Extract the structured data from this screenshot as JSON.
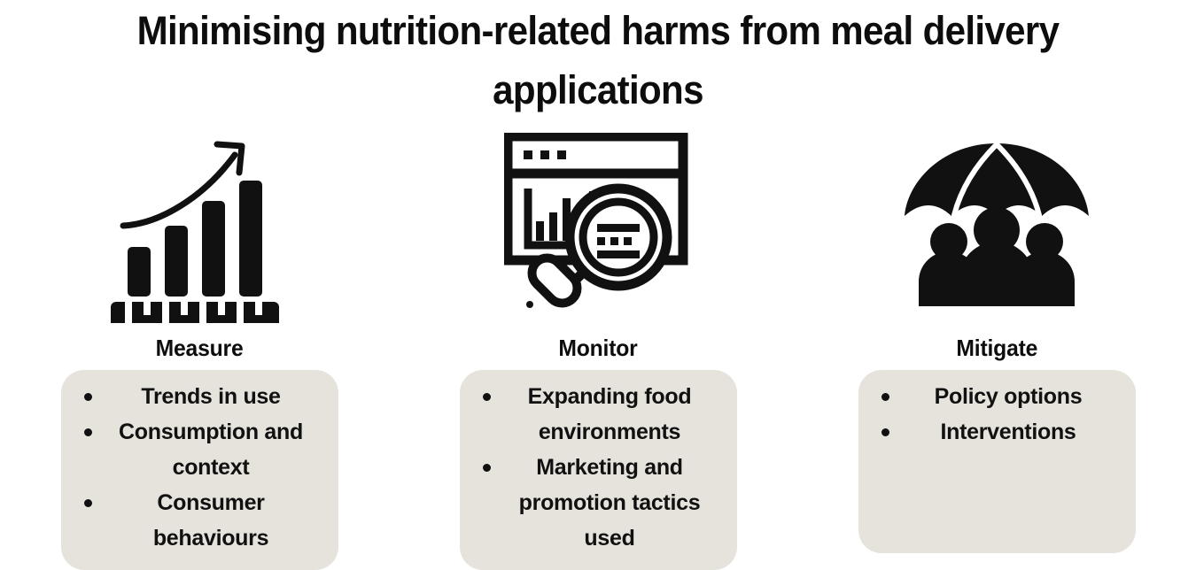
{
  "title": "Minimising nutrition-related harms from meal delivery applications",
  "theme": {
    "background": "#ffffff",
    "card_background": "#e6e3dc",
    "text": "#0d0d0d",
    "icon": "#111111"
  },
  "columns": [
    {
      "key": "measure",
      "icon_name": "bar-chart-growth-ruler-icon",
      "heading": "Measure",
      "items": [
        "Trends in use",
        "Consumption and context",
        "Consumer behaviours"
      ]
    },
    {
      "key": "monitor",
      "icon_name": "dashboard-magnifier-icon",
      "heading": "Monitor",
      "items": [
        "Expanding food environments",
        "Marketing and promotion tactics used"
      ]
    },
    {
      "key": "mitigate",
      "icon_name": "umbrella-people-icon",
      "heading": "Mitigate",
      "items": [
        "Policy options",
        "Interventions"
      ]
    }
  ]
}
